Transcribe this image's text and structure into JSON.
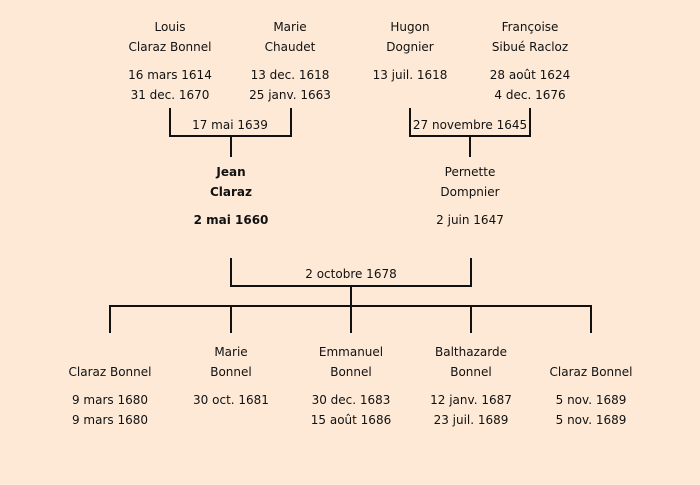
{
  "grandparents": [
    {
      "first": "Louis",
      "last": "Claraz Bonnel",
      "birth": "16 mars 1614",
      "death": "31 dec. 1670"
    },
    {
      "first": "Marie",
      "last": "Chaudet",
      "birth": "13 dec. 1618",
      "death": "25 janv. 1663"
    },
    {
      "first": "Hugon",
      "last": "Dognier",
      "birth": "13 juil. 1618",
      "death": ""
    },
    {
      "first": "Françoise",
      "last": "Sibué Racloz",
      "birth": "28 août 1624",
      "death": "4 dec. 1676"
    }
  ],
  "marriages": {
    "left": "17 mai 1639",
    "right": "27 novembre 1645",
    "couple": "2 octobre 1678"
  },
  "parents": [
    {
      "first": "Jean",
      "last": "Claraz",
      "birth": "2 mai 1660",
      "bold": true
    },
    {
      "first": "Pernette",
      "last": "Dompnier",
      "birth": "2 juin 1647",
      "bold": false
    }
  ],
  "children": [
    {
      "first": "",
      "last": "Claraz Bonnel",
      "birth": "9 mars 1680",
      "death": "9 mars 1680"
    },
    {
      "first": "Marie",
      "last": "Bonnel",
      "birth": "30 oct. 1681",
      "death": ""
    },
    {
      "first": "Emmanuel",
      "last": "Bonnel",
      "birth": "30 dec. 1683",
      "death": "15 août 1686"
    },
    {
      "first": "Balthazarde",
      "last": "Bonnel",
      "birth": "12 janv. 1687",
      "death": "23 juil. 1689"
    },
    {
      "first": "",
      "last": "Claraz Bonnel",
      "birth": "5 nov. 1689",
      "death": "5 nov. 1689"
    }
  ]
}
